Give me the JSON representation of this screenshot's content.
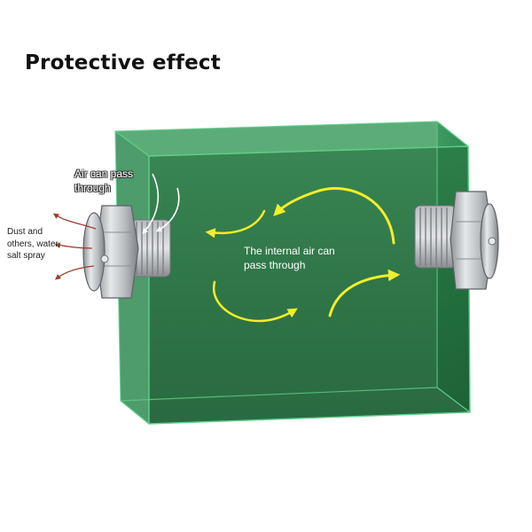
{
  "title": "Protective effect",
  "labels": {
    "air_outer_line1": "Air can pass",
    "air_outer_line2": "through",
    "dust_line1": "Dust and",
    "dust_line2": "others, water,",
    "dust_line3": "salt spray",
    "internal_line1": "The internal air can",
    "internal_line2": "pass through"
  },
  "colors": {
    "box_front": "#1f6b3a",
    "box_side": "#2d8a50",
    "box_edge": "#5fd08a",
    "arrow_yellow": "#f2ee2a",
    "arrow_white": "#ffffff",
    "arrow_red": "#a03c2c",
    "metal": "#c9ccd0"
  },
  "icons": [
    "vent-plug-left",
    "vent-plug-right"
  ]
}
